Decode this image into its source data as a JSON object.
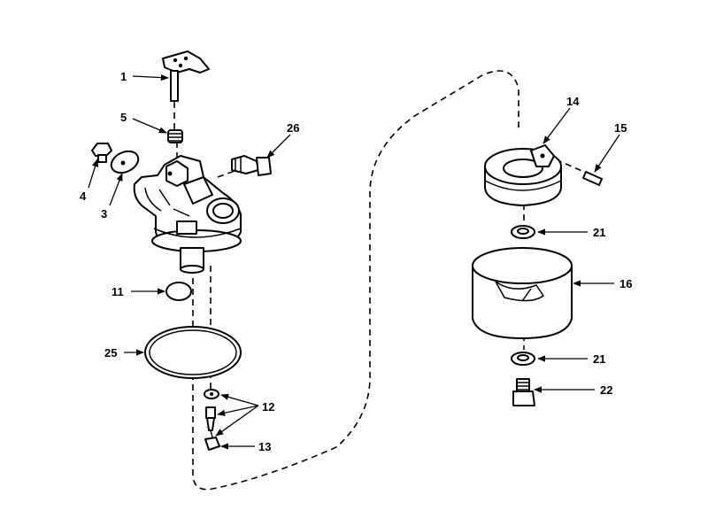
{
  "labels": {
    "p1": "1",
    "p3": "3",
    "p4": "4",
    "p5": "5",
    "p11": "11",
    "p12": "12",
    "p13": "13",
    "p14": "14",
    "p15": "15",
    "p16": "16",
    "p21a": "21",
    "p21b": "21",
    "p22": "22",
    "p25": "25",
    "p26": "26"
  }
}
